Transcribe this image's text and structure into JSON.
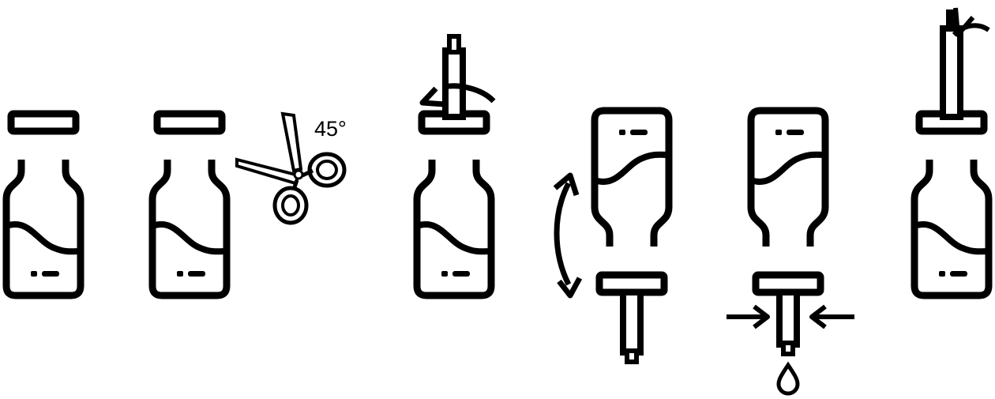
{
  "angle_label": "45°",
  "steps": [
    {
      "name": "vial-closed"
    },
    {
      "name": "cut-cap-with-scissors"
    },
    {
      "name": "attach-dropper-twist"
    },
    {
      "name": "invert-and-shake"
    },
    {
      "name": "squeeze-drop"
    },
    {
      "name": "recap-vial"
    }
  ],
  "colors": {
    "ink": "#000000",
    "background": "#ffffff"
  },
  "icons": [
    "vial-icon",
    "scissors-icon",
    "twist-arrow-icon",
    "rock-arrow-icon",
    "squeeze-arrow-icon",
    "drop-icon"
  ]
}
